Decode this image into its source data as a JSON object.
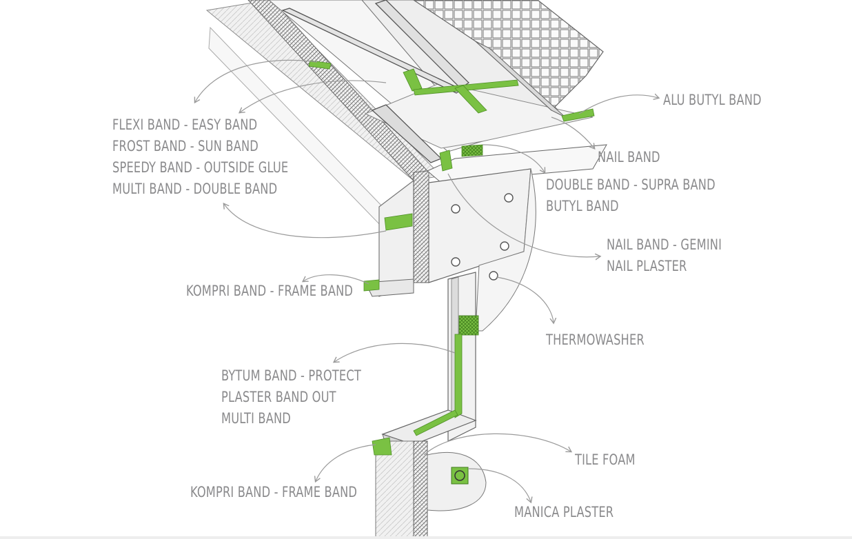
{
  "labels": {
    "flexi_band": "FLEXI BAND - EASY BAND",
    "frost_band": "FROST BAND - SUN BAND",
    "speedy_band": "SPEEDY BAND - OUTSIDE GLUE",
    "multi_band_double": "MULTI BAND - DOUBLE BAND",
    "alu_butyl_band": "ALU BUTYL BAND",
    "nail_band": "NAIL BAND",
    "double_band_supra": "DOUBLE BAND - SUPRA BAND",
    "butyl_band": "BUTYL BAND",
    "nail_band_gemini": "NAIL BAND - GEMINI",
    "nail_plaster": "NAIL PLASTER",
    "kompri_band_top": "KOMPRI BAND - FRAME BAND",
    "thermowasher": "THERMOWASHER",
    "bytum_band": "BYTUM BAND - PROTECT",
    "plaster_band_out": "PLASTER BAND OUT",
    "multi_band": "MULTI BAND",
    "tile_foam": "TILE FOAM",
    "kompri_band_bottom": "KOMPRI BAND - FRAME BAND",
    "manica_plaster": "MANICA PLASTER"
  },
  "colors": {
    "tape_green": "#7ac143",
    "label_gray": "#8a8a8c",
    "line_gray": "#9a9a9a",
    "outline": "#555555"
  }
}
